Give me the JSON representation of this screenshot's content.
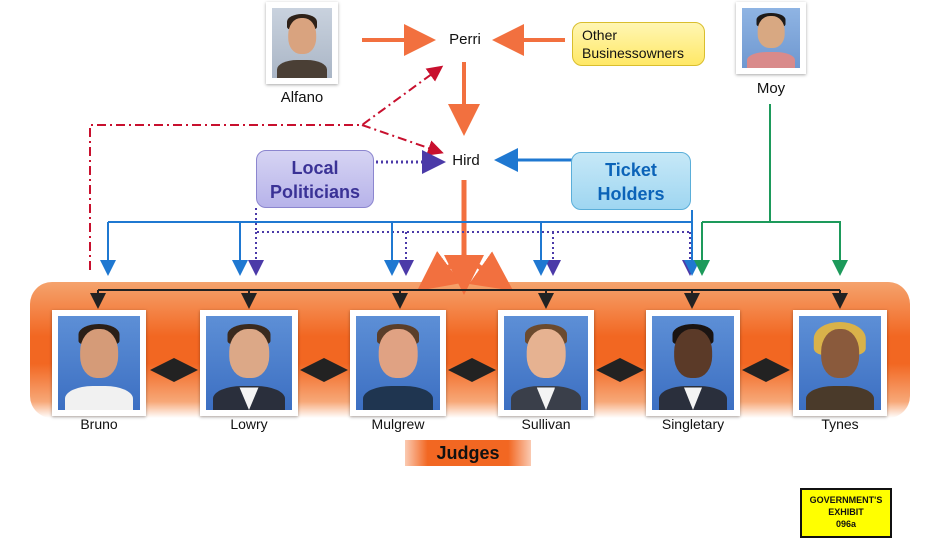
{
  "people": {
    "alfano": "Alfano",
    "perri": "Perri",
    "moy": "Moy",
    "hird": "Hird"
  },
  "groups": {
    "other_businessowners": [
      "Other",
      "Businessowners"
    ],
    "local_politicians": [
      "Local",
      "Politicians"
    ],
    "ticket_holders": [
      "Ticket",
      "Holders"
    ]
  },
  "judges": [
    {
      "name": "Bruno"
    },
    {
      "name": "Lowry"
    },
    {
      "name": "Mulgrew"
    },
    {
      "name": "Sullivan"
    },
    {
      "name": "Singletary"
    },
    {
      "name": "Tynes"
    }
  ],
  "judges_label": "Judges",
  "exhibit": {
    "line1": "GOVERNMENT'S",
    "line2": "EXHIBIT",
    "line3": "096a"
  },
  "colors": {
    "orange_arrow": "#f2703f",
    "blue_arrow": "#1f78d1",
    "purple_dotted": "#4b3aa8",
    "green_line": "#1d9a5b",
    "red_dashdot": "#c8102e",
    "judge_band": "#f26722",
    "exhibit_yellow": "#ffff00"
  }
}
